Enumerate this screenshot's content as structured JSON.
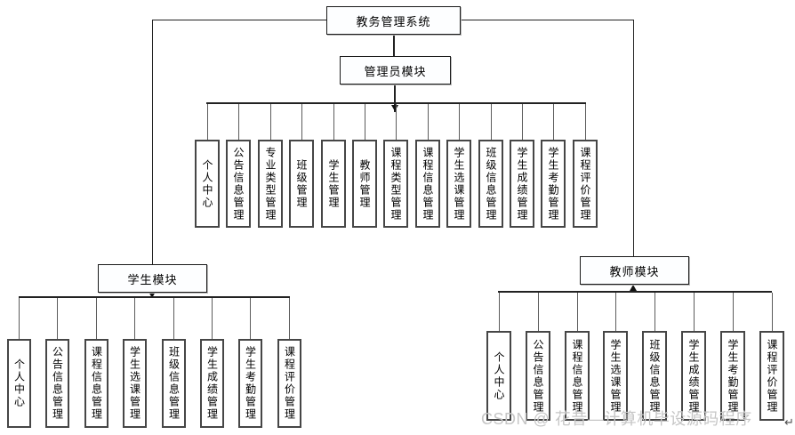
{
  "diagram": {
    "root": {
      "label": "教务管理系统"
    },
    "admin": {
      "label": "管理员模块",
      "children": [
        "个人中心",
        "公告信息管理",
        "专业类型管理",
        "班级管理",
        "学生管理",
        "教师管理",
        "课程类型管理",
        "课程信息管理",
        "学生选课管理",
        "班级信息管理",
        "学生成绩管理",
        "学生考勤管理",
        "课程评价管理"
      ]
    },
    "student": {
      "label": "学生模块",
      "children": [
        "个人中心",
        "公告信息管理",
        "课程信息管理",
        "学生选课管理",
        "班级信息管理",
        "学生成绩管理",
        "学生考勤管理",
        "课程评价管理"
      ]
    },
    "teacher": {
      "label": "教师模块",
      "children": [
        "个人中心",
        "公告信息管理",
        "课程信息管理",
        "学生选课管理",
        "班级信息管理",
        "学生成绩管理",
        "学生考勤管理",
        "课程评价管理"
      ]
    }
  },
  "watermark": {
    "text": "CSDN @ 花昔—计算机毕设源码程序",
    "return_mark": "↵"
  },
  "colors": {
    "line": "#222222",
    "box_border": "#464646",
    "watermark": "#c6c6c6",
    "background": "#ffffff"
  }
}
